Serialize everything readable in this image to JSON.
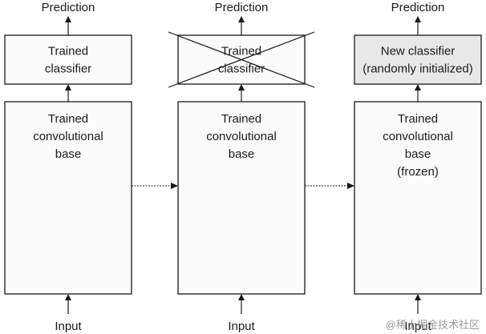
{
  "columns": [
    {
      "prediction": "Prediction",
      "classifier_lines": [
        "Trained",
        "classifier"
      ],
      "classifier_style": "plain",
      "classifier_crossed": false,
      "base_lines": [
        "Trained",
        "convolutional",
        "base"
      ],
      "input": "Input"
    },
    {
      "prediction": "Prediction",
      "classifier_lines": [
        "Trained",
        "classifier"
      ],
      "classifier_style": "plain",
      "classifier_crossed": true,
      "base_lines": [
        "Trained",
        "convolutional",
        "base"
      ],
      "input": "Input"
    },
    {
      "prediction": "Prediction",
      "classifier_lines": [
        "New classifier",
        "(randomly initialized)"
      ],
      "classifier_style": "new",
      "classifier_crossed": false,
      "base_lines": [
        "Trained",
        "convolutional",
        "base",
        "(frozen)"
      ],
      "input": "Input"
    }
  ],
  "watermark": "@稀土掘金技术社区",
  "colors": {
    "stroke": "#1a1a1a",
    "box_fill": "#fbfbfb",
    "new_classifier_fill": "#e8e8e8"
  }
}
